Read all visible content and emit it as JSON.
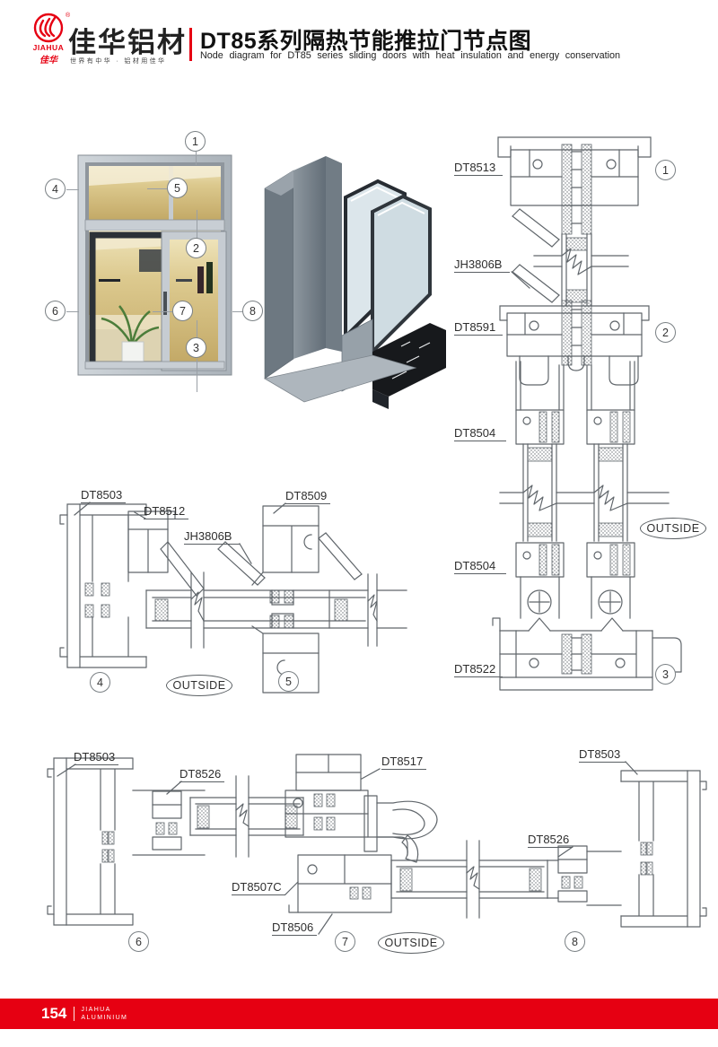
{
  "colors": {
    "accent_red": "#e60012",
    "diagram_line": "#60666b"
  },
  "header": {
    "logo": {
      "name_en": "JIAHUA",
      "name_cn": "佳华",
      "registered_mark": "®"
    },
    "brand_cn": "佳华铝材",
    "slogan_cn": "世界有中华 · 铝材用佳华",
    "title_cn": "DT85系列隔热节能推拉门节点图",
    "title_en": "Node diagram for DT85 series sliding doors with heat insulation and energy conservation"
  },
  "callouts": [
    "1",
    "2",
    "3",
    "4",
    "5",
    "6",
    "7",
    "8"
  ],
  "outside_label": "OUTSIDE",
  "sections": {
    "vertical": {
      "labels": [
        "DT8513",
        "JH3806B",
        "DT8591",
        "DT8504",
        "DT8504",
        "DT8522"
      ]
    },
    "middle": {
      "labels": [
        "DT8503",
        "DT8512",
        "JH3806B",
        "DT8509"
      ]
    },
    "bottom": {
      "labels": [
        "DT8503",
        "DT8526",
        "DT8517",
        "DT8503",
        "DT8526",
        "DT8507C",
        "DT8506"
      ]
    }
  },
  "footer": {
    "page_number": "154",
    "brand_line1": "JIAHUA",
    "brand_line2": "ALUMINIUM"
  }
}
